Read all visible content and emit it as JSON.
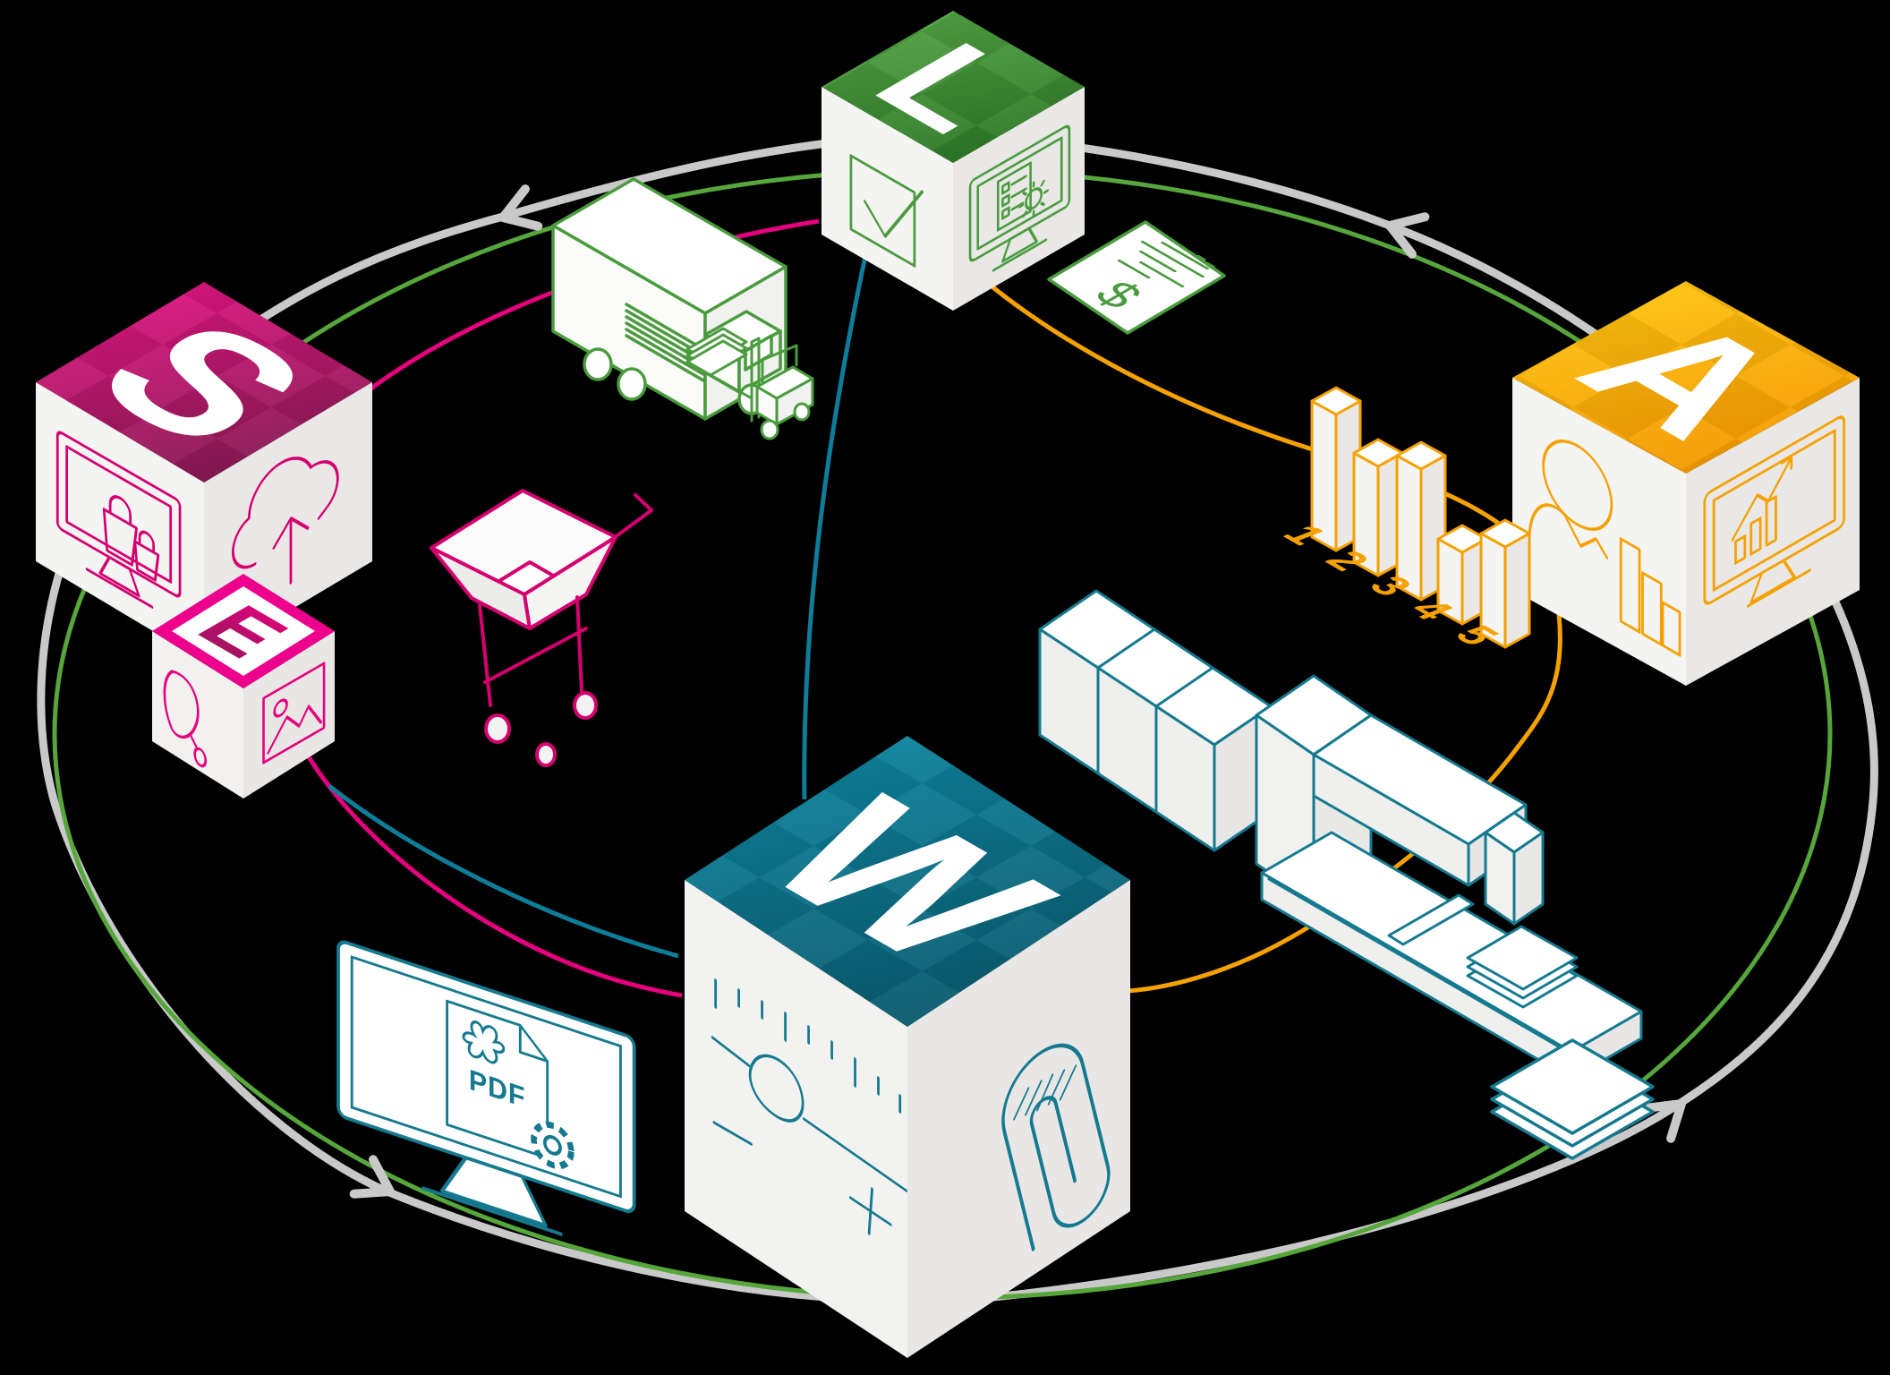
{
  "diagram": {
    "background_color": "#000000",
    "cubes": {
      "s": {
        "letter": "S",
        "top_color": "#e5007d",
        "top_color_dark": "#8a1a55",
        "face_icons": [
          "online-shop-monitor",
          "cloud-upload"
        ]
      },
      "e": {
        "letter": "E",
        "top_color": "#ec008c",
        "letter_color_dark": "#93195a",
        "face_icons": [
          "paintbrush",
          "image"
        ]
      },
      "l": {
        "letter": "L",
        "top_color": "#4fa441",
        "top_color_dark": "#2e7a28",
        "face_icons": [
          "check-square",
          "monitor-checklist"
        ]
      },
      "a": {
        "letter": "A",
        "top_color": "#ffc40c",
        "top_color_dark": "#f59b00",
        "face_icons": [
          "person-analytics",
          "monitor-chart"
        ]
      },
      "w": {
        "letter": "W",
        "top_color": "#0f87a1",
        "top_color_dark": "#0a5c70",
        "face_icons": [
          "gauge-slider",
          "paperclip"
        ]
      }
    },
    "bar_chart": {
      "type": "bar",
      "labels": [
        "1",
        "2",
        "3",
        "4",
        "5"
      ],
      "values": [
        152,
        122,
        146,
        80,
        112
      ],
      "color": "#f5a100"
    },
    "invoice": {
      "currency_symbol": "$",
      "color": "#4a9b3e"
    },
    "pdf_monitor": {
      "label": "PDF",
      "color": "#15798f"
    },
    "orbits": [
      {
        "name": "outer-flow",
        "color": "#c9c9c9",
        "arrows": 4
      },
      {
        "name": "green-orbit",
        "color": "#56a63c"
      },
      {
        "name": "magenta-orbit",
        "color": "#e5007d"
      },
      {
        "name": "teal-orbit",
        "color": "#0d7d99"
      },
      {
        "name": "orange-orbit",
        "color": "#f5a100"
      }
    ],
    "scene_icons": [
      "delivery-truck",
      "forklift",
      "shopping-cart",
      "invoice-sheet",
      "iso-bar-chart",
      "production-line",
      "paper-stack",
      "pdf-monitor"
    ]
  }
}
